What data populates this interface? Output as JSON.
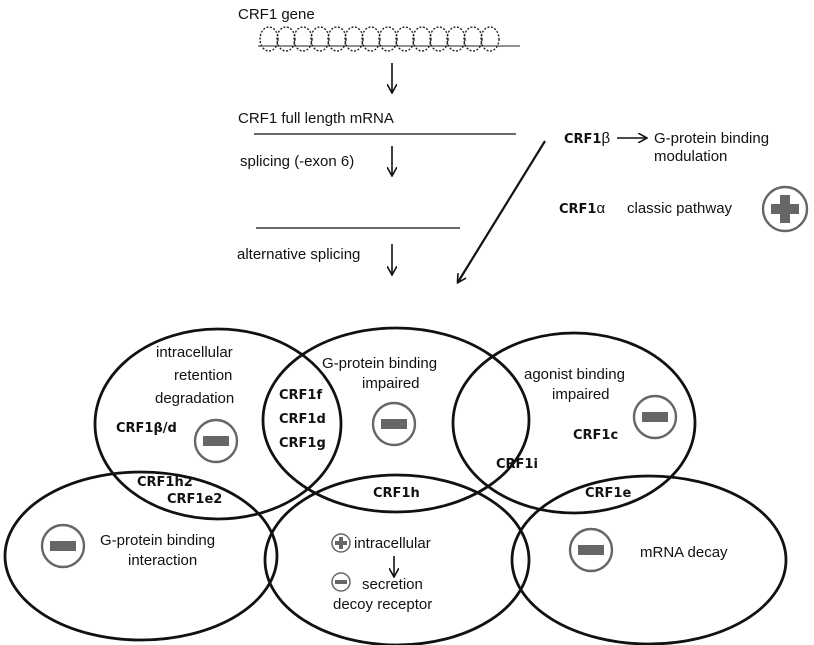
{
  "top": {
    "gene_label": "CRF1 gene",
    "full_mrna_label": "CRF1 full length mRNA",
    "splicing_label": "splicing (-exon 6)",
    "alt_splicing_label": "alternative splicing"
  },
  "isoforms_right": {
    "beta_name": "CRF1",
    "beta_greek": "β",
    "beta_desc_line1": "G-protein binding",
    "beta_desc_line2": "modulation",
    "alpha_name": "CRF1",
    "alpha_greek": "α",
    "alpha_desc": "classic pathway"
  },
  "circles": {
    "retention": {
      "line1": "intracellular",
      "line2": "retention",
      "line3": "degradation",
      "variant": "CRF1β/d"
    },
    "gprotein_impaired": {
      "line1": "G-protein binding",
      "line2": "impaired"
    },
    "overlap_variants": [
      "CRF1f",
      "CRF1d",
      "CRF1g"
    ],
    "agonist": {
      "line1": "agonist binding",
      "line2": "impaired",
      "variant_c": "CRF1c",
      "variant_i": "CRF1i"
    },
    "gprotein_interaction": {
      "line1": "G-protein binding",
      "line2": "interaction",
      "variant_h2": "CRF1h2",
      "variant_e2": "CRF1e2"
    },
    "secretion": {
      "variant": "CRF1h",
      "line1": "intracellular",
      "line2": "secretion",
      "line3": "decoy receptor"
    },
    "decay": {
      "variant": "CRF1e",
      "line1": "mRNA decay"
    }
  },
  "icons": [
    "coil-icon",
    "plus-circle-icon",
    "minus-circle-icon",
    "arrow-icon"
  ],
  "colors": {
    "ink": "#111111",
    "sign_gray": "#6b6b6b"
  }
}
